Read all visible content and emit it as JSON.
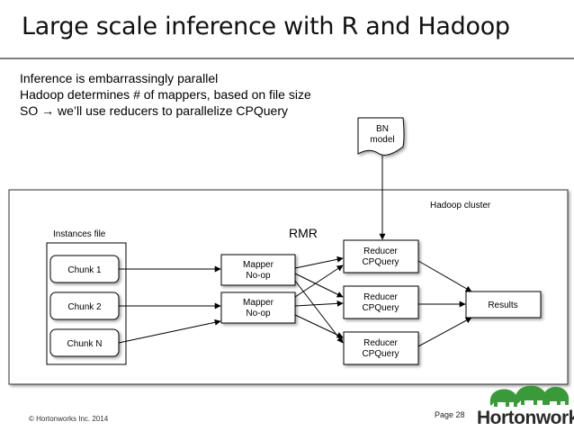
{
  "slide": {
    "title": "Large scale inference with R and Hadoop",
    "bullets": [
      "Inference is embarrassingly parallel",
      "Hadoop determines # of mappers, based on file size",
      "SO → we’ll use reducers to parallelize CPQuery"
    ]
  },
  "diagram": {
    "bn_model": [
      "BN",
      "model"
    ],
    "cluster_label": "Hadoop cluster",
    "instances_label": "Instances file",
    "rmr_label": "RMR",
    "chunks": [
      "Chunk 1",
      "Chunk 2",
      "Chunk N"
    ],
    "mappers": [
      [
        "Mapper",
        "No-op"
      ],
      [
        "Mapper",
        "No-op"
      ]
    ],
    "reducers": [
      [
        "Reducer",
        "CPQuery"
      ],
      [
        "Reducer",
        "CPQuery"
      ],
      [
        "Reducer",
        "CPQuery"
      ]
    ],
    "results": "Results"
  },
  "footer": {
    "copyright": "© Hortonworks Inc. 2014",
    "page": "Page 28",
    "brand": "Hortonworks"
  },
  "colors": {
    "logo_green": "#3a9a3a",
    "logo_dark": "#2a2a2a",
    "rule": "#7f7f7f"
  }
}
